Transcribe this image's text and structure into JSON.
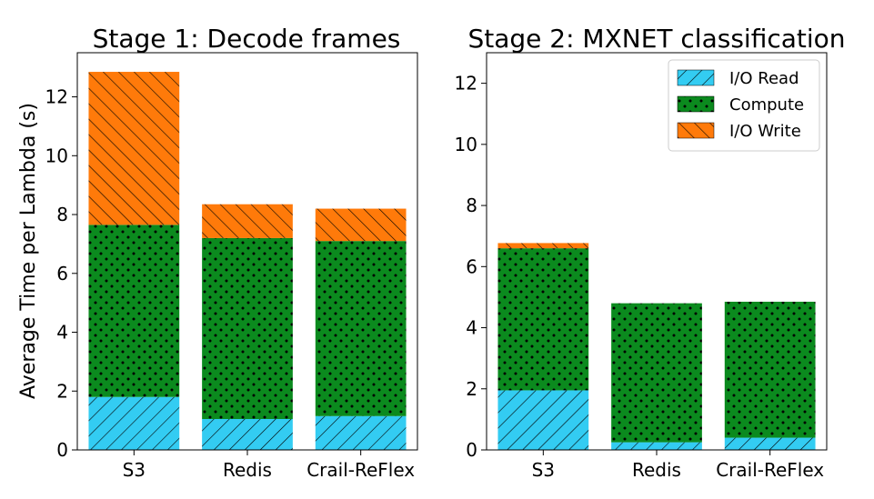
{
  "colors": {
    "io_read": "#33ccf2",
    "compute": "#0b8a1e",
    "io_write": "#ff7a0a",
    "edge": "#000000"
  },
  "legend": {
    "placement": "top-right",
    "items": [
      {
        "label": "I/O Read",
        "hatch": "forward-diagonal"
      },
      {
        "label": "Compute",
        "hatch": "dots"
      },
      {
        "label": "I/O Write",
        "hatch": "back-diagonal"
      }
    ]
  },
  "chart_data": [
    {
      "type": "bar",
      "stacked": true,
      "title": "Stage 1: Decode frames",
      "ylabel": "Average Time per Lambda (s)",
      "xlabel": "",
      "ylim": [
        0,
        13.5
      ],
      "yticks": [
        0,
        2,
        4,
        6,
        8,
        10,
        12
      ],
      "categories": [
        "S3",
        "Redis",
        "Crail-ReFlex"
      ],
      "series": [
        {
          "name": "I/O Read",
          "values": [
            1.8,
            1.05,
            1.15
          ]
        },
        {
          "name": "Compute",
          "values": [
            5.85,
            6.15,
            5.95
          ]
        },
        {
          "name": "I/O Write",
          "values": [
            5.2,
            1.15,
            1.1
          ]
        }
      ]
    },
    {
      "type": "bar",
      "stacked": true,
      "title": "Stage 2: MXNET classification",
      "ylabel": "",
      "xlabel": "",
      "ylim": [
        0,
        13
      ],
      "yticks": [
        0,
        2,
        4,
        6,
        8,
        10,
        12
      ],
      "categories": [
        "S3",
        "Redis",
        "Crail-ReFlex"
      ],
      "series": [
        {
          "name": "I/O Read",
          "values": [
            1.95,
            0.25,
            0.4
          ]
        },
        {
          "name": "Compute",
          "values": [
            4.65,
            4.55,
            4.45
          ]
        },
        {
          "name": "I/O Write",
          "values": [
            0.17,
            0.0,
            0.0
          ]
        }
      ]
    }
  ]
}
